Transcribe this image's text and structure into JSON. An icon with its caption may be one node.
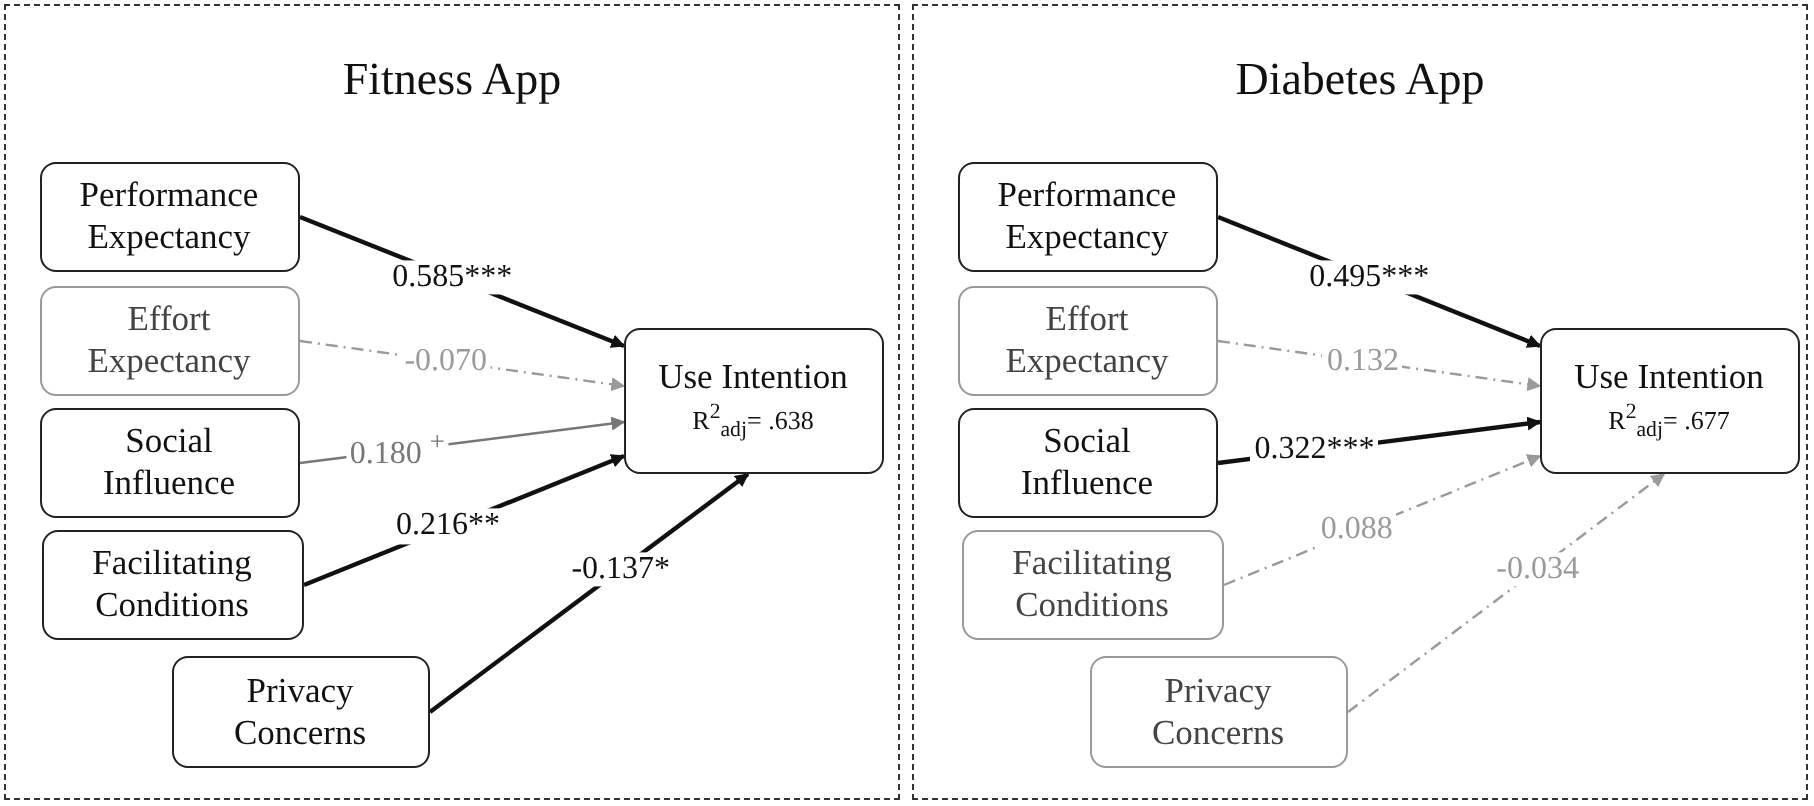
{
  "diagram": {
    "nodes": [
      {
        "text": [
          "Fitness App"
        ]
      },
      {
        "text": [
          "Performance Expectancy"
        ],
        "in": 0
      },
      {
        "text": [
          "Effort Expectancy"
        ],
        "in": 0
      },
      {
        "text": [
          "Social Influence"
        ],
        "in": 0
      },
      {
        "text": [
          "Facilitating Conditions"
        ],
        "in": 0
      },
      {
        "text": [
          "Privacy Concerns"
        ],
        "in": 0
      },
      {
        "text": [
          "Use Intention",
          "R$^{2}$$_{adj}$= .638"
        ],
        "in": 0
      },
      {
        "text": [
          "Diabetes App"
        ]
      },
      {
        "text": [
          "Performance Expectancy"
        ],
        "in": 7
      },
      {
        "text": [
          "Effort Expectancy"
        ],
        "in": 7
      },
      {
        "text": [
          "Social Influence"
        ],
        "in": 7
      },
      {
        "text": [
          "Facilitating Conditions"
        ],
        "in": 7
      },
      {
        "text": [
          "Privacy Concerns"
        ],
        "in": 7
      },
      {
        "text": [
          "Use Intention",
          "R$^{2}$$_{adj}$= .677"
        ],
        "in": 7
      }
    ],
    "edges": [
      {
        "from": 1,
        "to": 6,
        "arrow": "to",
        "label": "0.585***"
      },
      {
        "from": 2,
        "to": 6,
        "arrow": "to",
        "label": "-0.070",
        "style": "dashed",
        "color": "#9a9a9a"
      },
      {
        "from": 3,
        "to": 6,
        "arrow": "to",
        "label": "0.180 $^{+}$",
        "color": "#777777"
      },
      {
        "from": 4,
        "to": 6,
        "arrow": "to",
        "label": "0.216**"
      },
      {
        "from": 5,
        "to": 6,
        "arrow": "to",
        "label": "-0.137*"
      },
      {
        "from": 8,
        "to": 13,
        "arrow": "to",
        "label": "0.495***"
      },
      {
        "from": 9,
        "to": 13,
        "arrow": "to",
        "label": "0.132",
        "style": "dashed",
        "color": "#9a9a9a"
      },
      {
        "from": 10,
        "to": 13,
        "arrow": "to",
        "label": "0.322***"
      },
      {
        "from": 11,
        "to": 13,
        "arrow": "to",
        "label": "0.088",
        "style": "dashed",
        "color": "#9a9a9a"
      },
      {
        "from": 12,
        "to": 13,
        "arrow": "to",
        "label": "-0.034",
        "style": "dashed",
        "color": "#9a9a9a"
      }
    ]
  }
}
